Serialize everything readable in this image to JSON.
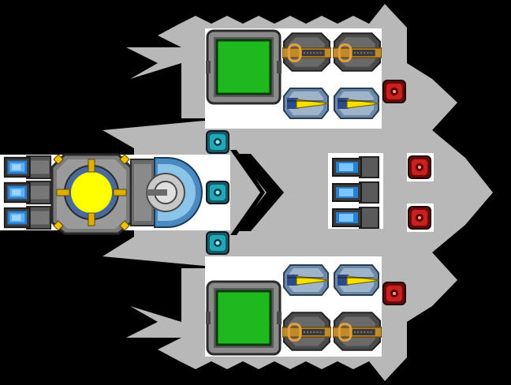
{
  "scene": "ship-layout",
  "colors": {
    "background": "#000000",
    "hull": "#b8b8b8",
    "room_floor": "#ffffff",
    "shield_panel": "#1fb81f",
    "reactor_core": "#ffff00",
    "connector_cyan": "#1fa8b8",
    "node_red": "#c81f1f",
    "module_gray": "#555555",
    "thruster_blue": "#2a7fd0",
    "cannon_orange": "#c08a2a",
    "missile_yellow": "#f5e000"
  },
  "modules": {
    "shield_generators": 2,
    "cannons": 4,
    "missile_launchers": 4,
    "rear_thrusters": 3,
    "forward_thrusters": 3,
    "connectors": 3,
    "red_nodes": 4,
    "reactor": 1,
    "turret": 1
  },
  "icons": [
    "shield-icon",
    "reactor-core-icon",
    "turret-dome-icon",
    "cannon-icon",
    "missile-icon",
    "thruster-icon",
    "connector-icon",
    "red-node-icon"
  ]
}
